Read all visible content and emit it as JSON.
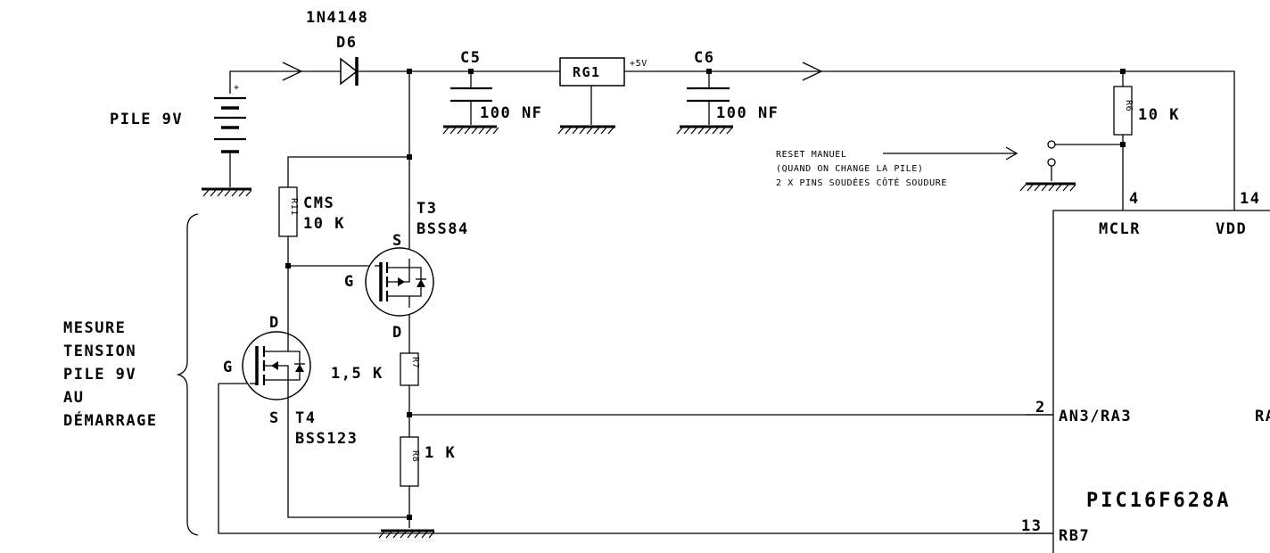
{
  "components": {
    "diode": {
      "part": "1N4148",
      "ref": "D6"
    },
    "c5": {
      "ref": "C5",
      "value": "100 NF"
    },
    "rg1": {
      "ref": "RG1",
      "out": "+5V"
    },
    "c6": {
      "ref": "C6",
      "value": "100 NF"
    },
    "battery": {
      "label": "PILE 9V",
      "plus": "+"
    },
    "r6": {
      "ref": "R6",
      "value": "10 K"
    },
    "r11": {
      "ref": "R11",
      "note": "CMS",
      "value": "10 K"
    },
    "t3": {
      "ref": "T3",
      "part": "BSS84",
      "g": "G",
      "s": "S",
      "d": "D"
    },
    "t4": {
      "ref": "T4",
      "part": "BSS123",
      "g": "G",
      "s": "S",
      "d": "D"
    },
    "r7": {
      "ref": "R7",
      "value": "1,5 K"
    },
    "r8": {
      "ref": "R8",
      "value": "1 K"
    },
    "mcu": {
      "name": "PIC16F628A",
      "partial_label": "RA"
    }
  },
  "reset_note": {
    "line1": "RESET MANUEL",
    "line2": "(QUAND ON CHANGE LA PILE)",
    "line3": "2 X PINS SOUDÉES CÔTÉ SOUDURE"
  },
  "measure_note": [
    "MESURE",
    "TENSION",
    "PILE 9V",
    "AU",
    "DÉMARRAGE"
  ],
  "pins": {
    "mclr": {
      "num": "4",
      "name": "MCLR"
    },
    "vdd": {
      "num": "14",
      "name": "VDD"
    },
    "an3": {
      "num": "2",
      "name": "AN3/RA3"
    },
    "rb7": {
      "num": "13",
      "name": "RB7"
    }
  }
}
